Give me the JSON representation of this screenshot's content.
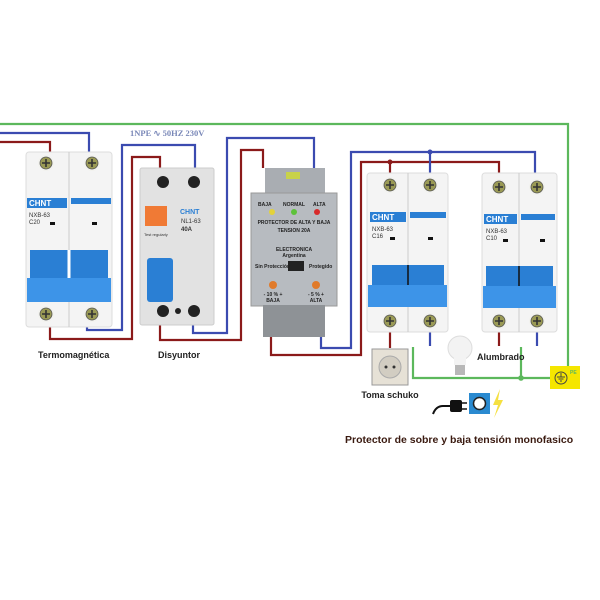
{
  "supply_label": "1NPE ∿ 50HZ 230V",
  "title": "Protector de sobre y baja tensión monofasico",
  "colors": {
    "phase": "#8b1a1a",
    "neutral": "#3b4bb0",
    "earth": "#5cb85c",
    "breaker_blue": "#2a7fd4",
    "pe_yellow": "#f5e600"
  },
  "devices": {
    "main_breaker": {
      "brand": "CHNT",
      "model": "NXB-63",
      "rating": "C20",
      "caption": "Termomagnética"
    },
    "rcd": {
      "brand": "CHNT",
      "model": "NL1-63",
      "rating": "40A",
      "test_label": "Test regularly",
      "caption": "Disyuntor"
    },
    "protector": {
      "led_low": "BAJA",
      "led_normal": "NORMAL",
      "led_high": "ALTA",
      "title_line1": "PROTECTOR DE ALTA Y BAJA",
      "title_line2": "TENSION 20A",
      "maker": "ELECTRONICA",
      "maker_sub": "Argentina",
      "left_mode": "Sin Protección",
      "right_mode": "Protegido",
      "low_adj": "- 10 % +",
      "low_label": "BAJA",
      "high_adj": "- 5 % +",
      "high_label": "ALTA"
    },
    "breaker_c16": {
      "brand": "CHNT",
      "model": "NXB-63",
      "rating": "C16"
    },
    "breaker_c10": {
      "brand": "CHNT",
      "model": "NXB-63",
      "rating": "C10"
    }
  },
  "loads": {
    "socket": "Toma schuko",
    "lighting": "Alumbrado",
    "pe": "PE"
  },
  "icons": [
    "plug-icon",
    "socket-icon",
    "lightning-icon",
    "earth-icon",
    "bulb-icon"
  ]
}
